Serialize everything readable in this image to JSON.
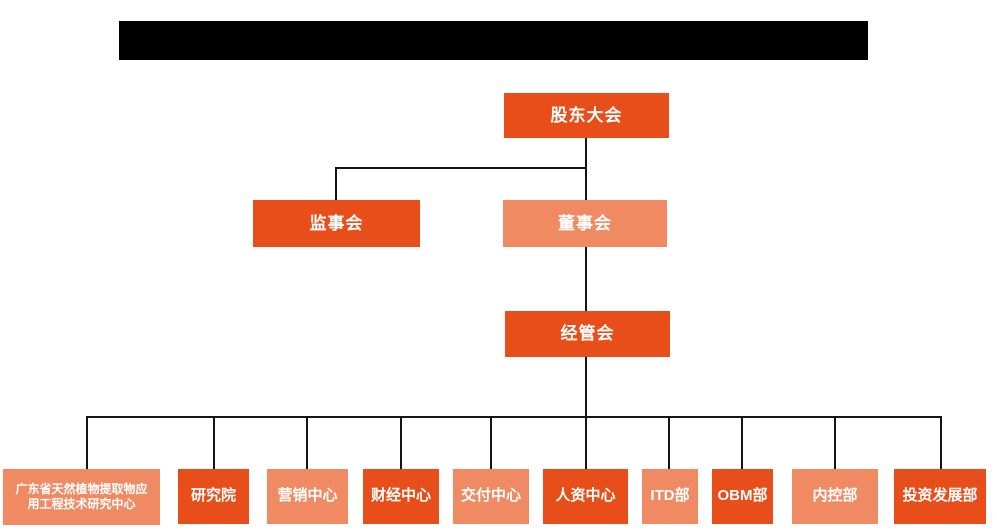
{
  "org_chart": {
    "colors": {
      "primary": "#E84E1A",
      "secondary": "#EF8A63",
      "connector": "#141414",
      "text": "#ffffff",
      "redaction": "#000000"
    },
    "nodes": {
      "shareholders": {
        "label": "股东大会"
      },
      "supervisory": {
        "label": "监事会"
      },
      "board": {
        "label": "董事会"
      },
      "management": {
        "label": "经管会"
      }
    },
    "departments": [
      {
        "label": "广东省天然植物提取物应用工程技术研究中心",
        "variant": "salmon"
      },
      {
        "label": "研究院",
        "variant": "deep"
      },
      {
        "label": "营销中心",
        "variant": "salmon"
      },
      {
        "label": "财经中心",
        "variant": "deep"
      },
      {
        "label": "交付中心",
        "variant": "salmon"
      },
      {
        "label": "人资中心",
        "variant": "deep"
      },
      {
        "label": "ITD部",
        "variant": "salmon"
      },
      {
        "label": "OBM部",
        "variant": "deep"
      },
      {
        "label": "内控部",
        "variant": "salmon"
      },
      {
        "label": "投资发展部",
        "variant": "deep"
      }
    ]
  }
}
